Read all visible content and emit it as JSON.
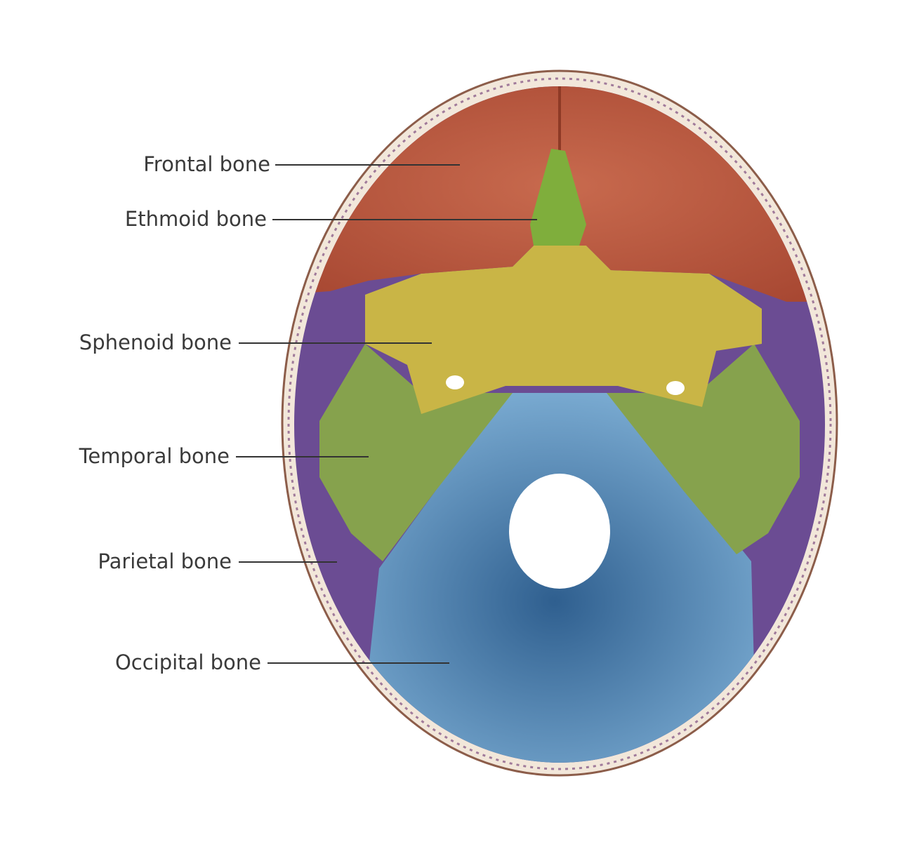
{
  "labels": [
    {
      "id": "frontal",
      "text": "Frontal bone"
    },
    {
      "id": "ethmoid",
      "text": "Ethmoid bone"
    },
    {
      "id": "sphenoid",
      "text": "Sphenoid bone"
    },
    {
      "id": "temporal",
      "text": "Temporal bone"
    },
    {
      "id": "parietal",
      "text": "Parietal bone"
    },
    {
      "id": "occipital",
      "text": "Occipital bone"
    }
  ],
  "colors": {
    "frontal": "#b5533a",
    "ethmoid": "#7fae3c",
    "sphenoid": "#c9b546",
    "temporal": "#86a24d",
    "parietal": "#6b4c93",
    "occipital": "#6495be",
    "skull_rim": "#f2e7da"
  }
}
